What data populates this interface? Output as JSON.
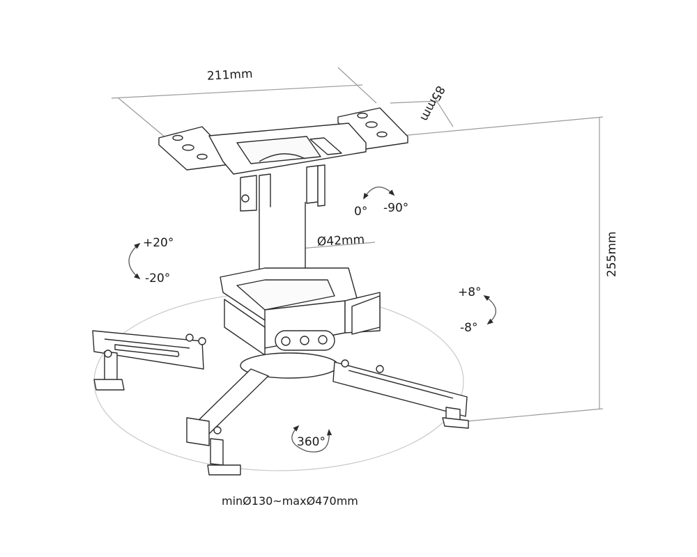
{
  "diagram": {
    "subject": "projector ceiling mount",
    "line_color": "#2b2b2b",
    "guide_color": "#b5b5b5",
    "dimensions": {
      "width_label": "211mm",
      "depth_label": "85mm",
      "height_label": "255mm",
      "tube_diameter_label": "Ø42mm",
      "arm_span_label": "minØ130~maxØ470mm"
    },
    "rotations": {
      "swivel_top": {
        "start": "0°",
        "end": "-90°"
      },
      "tilt_left": {
        "up": "+20°",
        "down": "-20°"
      },
      "roll_right": {
        "up": "+8°",
        "down": "-8°"
      },
      "rotate_base": "360°"
    }
  }
}
